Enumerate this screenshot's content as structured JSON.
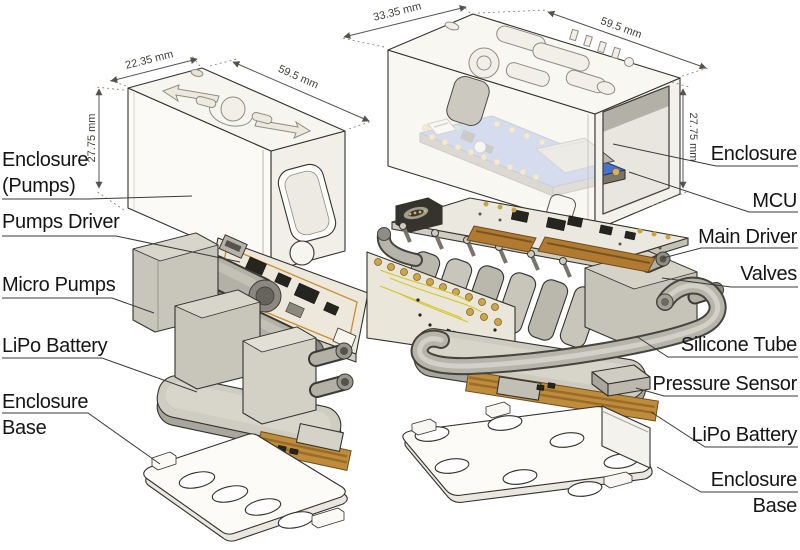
{
  "figure": {
    "background": "#ffffff",
    "modules": {
      "left": {
        "labels": {
          "enclosure_line1": "Enclosure",
          "enclosure_line2": "(Pumps)",
          "pumps_driver": "Pumps Driver",
          "micro_pumps": "Micro Pumps",
          "lipo_battery": "LiPo Battery",
          "enclosure_base_line1": "Enclosure",
          "enclosure_base_line2": "Base"
        },
        "dimensions": {
          "depth": "22.35 mm",
          "width": "59.5 mm",
          "height": "27.75 mm"
        }
      },
      "right": {
        "labels": {
          "enclosure": "Enclosure",
          "mcu": "MCU",
          "main_driver": "Main Driver",
          "valves": "Valves",
          "silicone_tube": "Silicone Tube",
          "pressure_sensor": "Pressure Sensor",
          "lipo_battery": "LiPo Battery",
          "enclosure_base_line1": "Enclosure",
          "enclosure_base_line2": "Base"
        },
        "dimensions": {
          "depth": "33.35 mm",
          "width": "59.5 mm",
          "height": "27.75 mm"
        }
      }
    },
    "colors": {
      "outline": "#33322d",
      "enclosure_fill": "#f8f7f2",
      "mcu_blue": "#4a72cc",
      "pcb_gold": "#bf8c3c",
      "trace_orange": "#d08a2e",
      "trace_yellow": "#d4c82f",
      "part_gray": "#c6c4b9",
      "tube_gray": "#b7b5aa"
    }
  }
}
